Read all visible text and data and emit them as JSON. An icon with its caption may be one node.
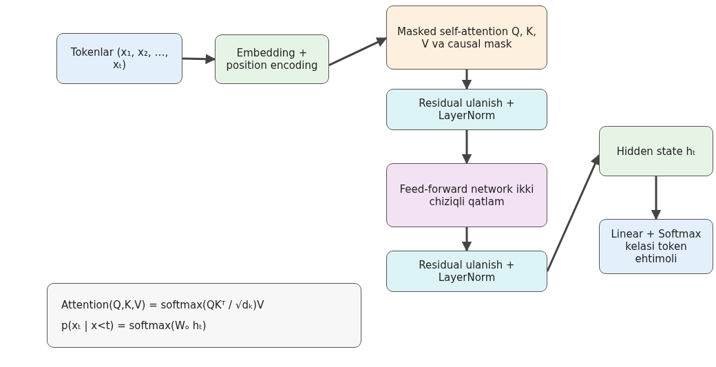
{
  "diagram": {
    "nodes": [
      {
        "text": [
          "Tokenlar (x₁, x₂, …, xₜ)"
        ]
      },
      {
        "text": [
          "Embedding + position encoding"
        ]
      },
      {
        "text": [
          "Masked self-attention Q, K, V va causal mask"
        ]
      },
      {
        "text": [
          "Residual ulanish + LayerNorm"
        ]
      },
      {
        "text": [
          "Feed-forward network ikki chiziqli qatlam"
        ]
      },
      {
        "text": [
          "Residual ulanish + LayerNorm"
        ]
      },
      {
        "text": [
          "Hidden state hₜ"
        ]
      },
      {
        "text": [
          "Linear + Softmax kelasi token ehtimoli"
        ]
      },
      {
        "text": [
          "Attention(Q,K,V) = softmax(QKᵀ / √dₖ)V",
          "p(xₜ | x<t) = softmax(Wₒ hₜ)"
        ]
      }
    ],
    "edges": [
      {
        "from": 0,
        "to": 1,
        "arrow": "to"
      },
      {
        "from": 1,
        "to": 2,
        "arrow": "to"
      },
      {
        "from": 2,
        "to": 3,
        "arrow": "to"
      },
      {
        "from": 3,
        "to": 4,
        "arrow": "to"
      },
      {
        "from": 4,
        "to": 5,
        "arrow": "to"
      },
      {
        "from": 5,
        "to": 6,
        "arrow": "to"
      },
      {
        "from": 6,
        "to": 7,
        "arrow": "to"
      }
    ]
  }
}
